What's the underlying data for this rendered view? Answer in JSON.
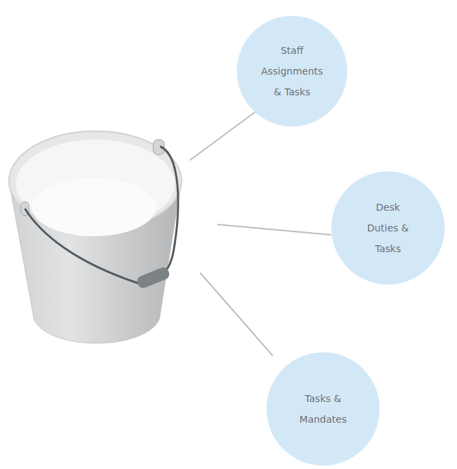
{
  "diagram": {
    "nodes": [
      {
        "text": [
          "Staff Assignments & Tasks"
        ]
      },
      {
        "text": [
          "Desk Duties & Tasks"
        ]
      },
      {
        "text": [
          "Tasks & Mandates"
        ]
      }
    ]
  }
}
